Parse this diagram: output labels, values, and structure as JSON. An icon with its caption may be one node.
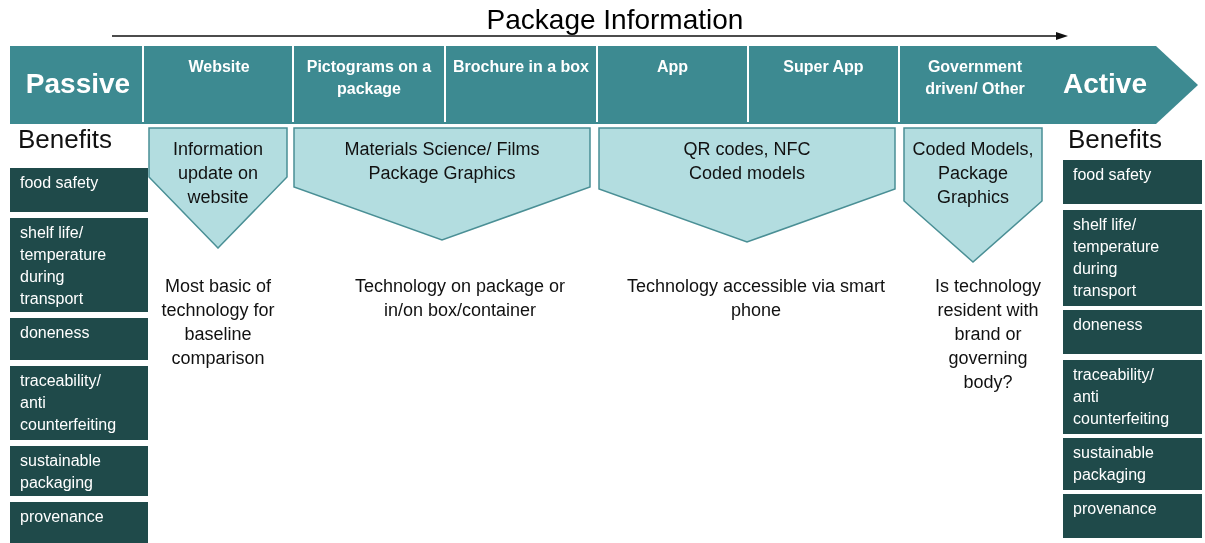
{
  "diagram": {
    "title": "Package Information",
    "nodes": [
      {
        "text": [
          "Passive",
          "Active"
        ]
      },
      {
        "text": [
          "Website"
        ],
        "in": 0
      },
      {
        "text": [
          "Pictograms on a package"
        ],
        "in": 0
      },
      {
        "text": [
          "Brochure in a box"
        ],
        "in": 0
      },
      {
        "text": [
          "App"
        ],
        "in": 0
      },
      {
        "text": [
          "Super App"
        ],
        "in": 0
      },
      {
        "text": [
          "Government driven/ Other"
        ],
        "in": 0
      },
      {
        "text": [
          "Information update on website"
        ]
      },
      {
        "text": [
          "Materials Science/ Films",
          "Package Graphics"
        ]
      },
      {
        "text": [
          "QR codes, NFC",
          "Coded models"
        ]
      },
      {
        "text": [
          "Coded Models, Package Graphics"
        ]
      },
      {
        "text": [
          "food safety"
        ]
      },
      {
        "text": [
          "shelf life/ temperature during transport"
        ]
      },
      {
        "text": [
          "doneness"
        ]
      },
      {
        "text": [
          "traceability/ anti counterfeiting"
        ]
      },
      {
        "text": [
          "sustainable packaging"
        ]
      },
      {
        "text": [
          "provenance"
        ]
      },
      {
        "text": [
          "food safety"
        ]
      },
      {
        "text": [
          "shelf life/ temperature during transport"
        ]
      },
      {
        "text": [
          "doneness"
        ]
      },
      {
        "text": [
          "traceability/ anti counterfeiting"
        ]
      },
      {
        "text": [
          "sustainable packaging"
        ]
      },
      {
        "text": [
          "provenance"
        ]
      }
    ],
    "labels": [
      "Benefits",
      "Benefits",
      "Most basic of technology for baseline comparison",
      "Technology on package or in/on box/container",
      "Technology accessible via smart phone",
      "Is technology resident with brand or governing body?"
    ]
  }
}
